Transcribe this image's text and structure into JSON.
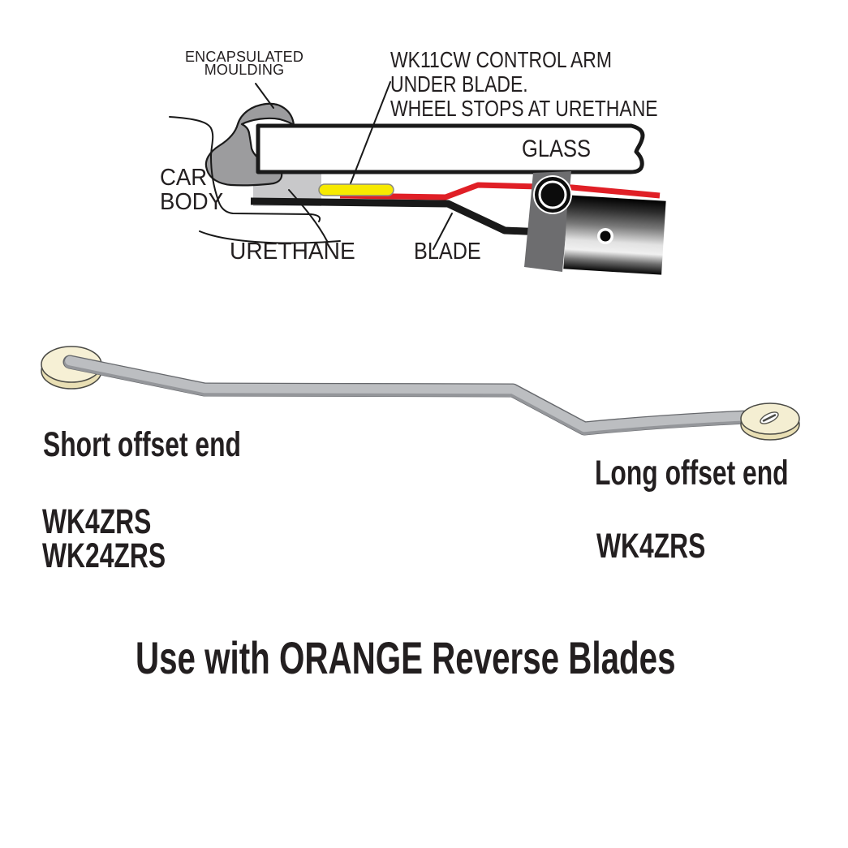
{
  "cross_section": {
    "labels": {
      "encapsulated_moulding_line1": "ENCAPSULATED",
      "encapsulated_moulding_line2": "MOULDING",
      "control_arm_note_line1": "WK11CW CONTROL ARM",
      "control_arm_note_line2": "UNDER BLADE.",
      "control_arm_note_line3": "WHEEL STOPS AT URETHANE",
      "glass": "GLASS",
      "car_body_line1": "CAR",
      "car_body_line2": "BODY",
      "urethane": "URETHANE",
      "blade": "BLADE"
    },
    "colors": {
      "control_arm_yellow": "#f7ea00",
      "wiper_arm_red": "#e01f26",
      "blade_black": "#191919",
      "moulding_gray": "#9c9c9e",
      "urethane_gray": "#c8c8ca",
      "pivot_bracket_gray": "#6d6d6f"
    }
  },
  "linkage": {
    "left_end_label": "Short offset end",
    "left_part_numbers": [
      "WK4ZRS",
      "WK24ZRS"
    ],
    "right_end_label": "Long offset end",
    "right_part_numbers": [
      "WK4ZRS"
    ],
    "colors": {
      "arm_gray": "#bcbec1",
      "pivot_disc_cream": "#f6f0d5"
    }
  },
  "footer": {
    "note": "Use with ORANGE Reverse Blades"
  }
}
